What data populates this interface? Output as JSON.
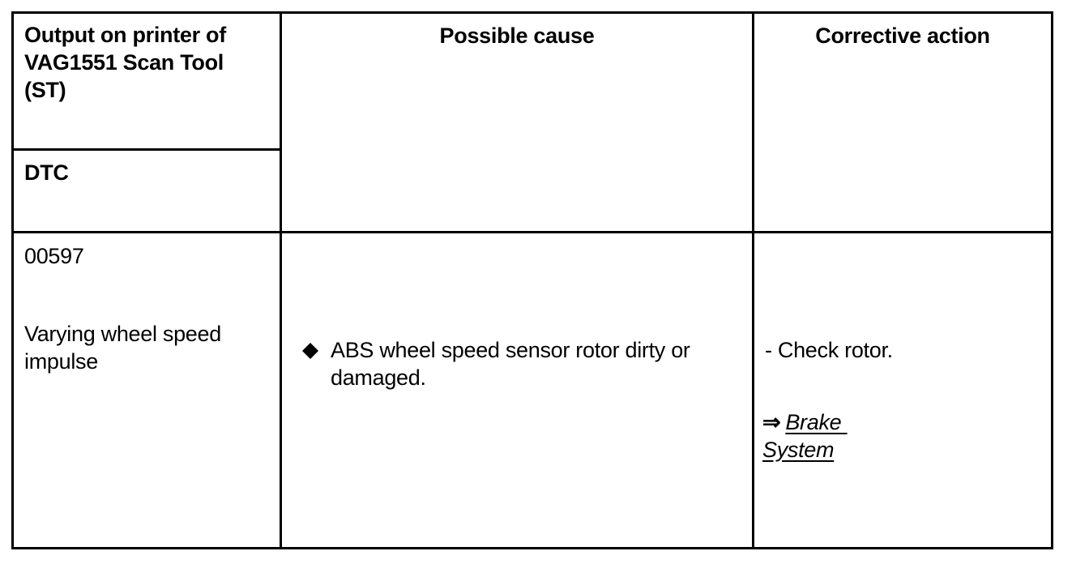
{
  "table": {
    "headers": {
      "output": [
        "Output on printer of",
        "VAG1551 Scan Tool",
        "(ST)"
      ],
      "dtc": "DTC",
      "possible_cause": "Possible cause",
      "corrective_action": "Corrective action"
    },
    "row": {
      "dtc_code": "00597",
      "dtc_text": [
        "Varying wheel speed",
        "impulse"
      ],
      "cause_bullet_icon": "diamond-bullet-icon",
      "cause": [
        "ABS wheel speed sensor rotor dirty or",
        "damaged."
      ],
      "action": "- Check rotor.",
      "link_arrow": "⇒",
      "link_text": [
        "Brake",
        "System"
      ]
    }
  }
}
